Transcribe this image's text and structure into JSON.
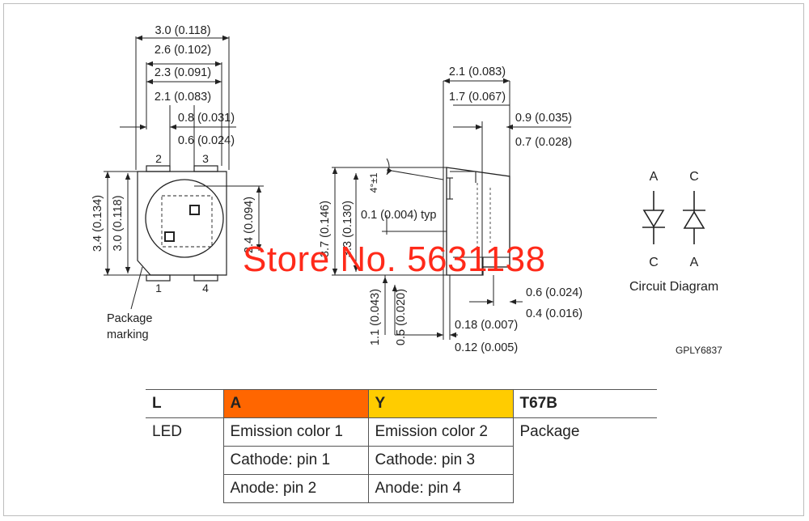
{
  "colors": {
    "orange": "#ff6600",
    "yellow": "#ffcc00",
    "watermark": "#ff2a1a"
  },
  "front_view": {
    "dims": [
      "3.0 (0.118)",
      "2.6 (0.102)",
      "2.3 (0.091)",
      "2.1 (0.083)",
      "0.8 (0.031)",
      "0.6 (0.024)",
      "3.4 (0.134)",
      "3.0 (0.118)",
      "2.4 (0.094)"
    ],
    "pins": [
      "2",
      "3",
      "1",
      "4"
    ],
    "package_marking": [
      "Package",
      "marking"
    ]
  },
  "side_view": {
    "dims": [
      "2.1 (0.083)",
      "1.7 (0.067)",
      "0.9 (0.035)",
      "0.7 (0.028)",
      "4°±1",
      "0.1 (0.004) typ",
      "3.7 (0.146)",
      "3.3 (0.130)",
      "0.6 (0.024)",
      "0.4 (0.016)",
      "1.1 (0.043)",
      "0.5 (0.020)",
      "0.18 (0.007)",
      "0.12 (0.005)"
    ]
  },
  "circuit": {
    "labels_top": [
      "A",
      "C"
    ],
    "labels_bottom": [
      "C",
      "A"
    ],
    "title": "Circuit Diagram"
  },
  "drawing_code": "GPLY6837",
  "watermark": "Store No. 5631138",
  "table": {
    "headers": [
      "L",
      "A",
      "Y",
      "T67B"
    ],
    "rows": [
      [
        "LED",
        "Emission color 1",
        "Emission color 2",
        "Package"
      ],
      [
        "",
        "Cathode: pin 1",
        "Cathode: pin 3",
        ""
      ],
      [
        "",
        "Anode: pin 2",
        "Anode: pin 4",
        ""
      ]
    ]
  }
}
